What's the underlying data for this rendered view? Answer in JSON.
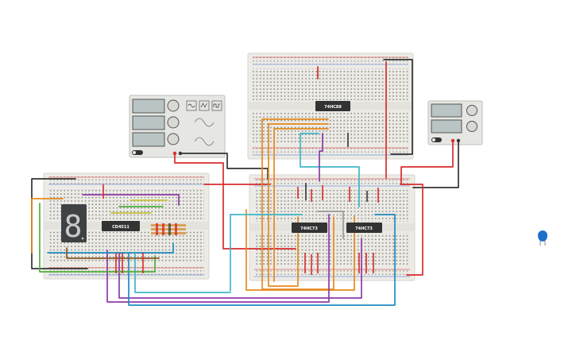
{
  "components": {
    "chip_top": "74HC88",
    "chip_left": "CD4511",
    "chip_mid": "74HC73",
    "chip_right": "74HC73",
    "seven_segment_digit": "8"
  },
  "colors": {
    "wire_red": "#d92b2b",
    "wire_orange": "#e58a1f",
    "wire_cyan": "#3fb6c9",
    "wire_purple": "#8e3aa8",
    "wire_blue": "#1f8bc0",
    "wire_green": "#4fae3b",
    "wire_dark": "#333333",
    "breadboard": "#ecebe6",
    "chip_body": "#333333"
  },
  "icons": {
    "sine_wave": "sine-wave-icon",
    "triangle_wave": "triangle-wave-icon",
    "square_wave": "square-wave-icon",
    "capacitor": "capacitor-icon",
    "knob": "knob-icon",
    "power_switch": "power-switch-icon"
  }
}
